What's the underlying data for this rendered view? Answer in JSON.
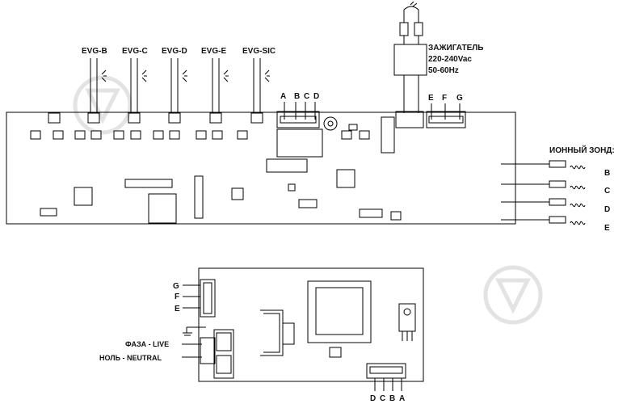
{
  "top_board": {
    "evg_labels": [
      "EVG-B",
      "EVG-C",
      "EVG-D",
      "EVG-E",
      "EVG-SIC"
    ],
    "connector_abcd": [
      "A",
      "B",
      "C",
      "D"
    ],
    "connector_efg": [
      "E",
      "F",
      "G"
    ],
    "igniter": {
      "title": "ЗАЖИГАТЕЛЬ",
      "voltage": "220-240Vac",
      "frequency": "50-60Hz"
    },
    "ion_probe": {
      "title": "ИОННЫЙ ЗОНД:",
      "labels": [
        "B",
        "C",
        "D",
        "E"
      ]
    }
  },
  "bottom_board": {
    "left_connector": [
      "G",
      "F",
      "E"
    ],
    "phase_label": "ФАЗА - LIVE",
    "neutral_label": "НОЛЬ - NEUTRAL",
    "bottom_connector": [
      "D",
      "C",
      "B",
      "A"
    ]
  }
}
